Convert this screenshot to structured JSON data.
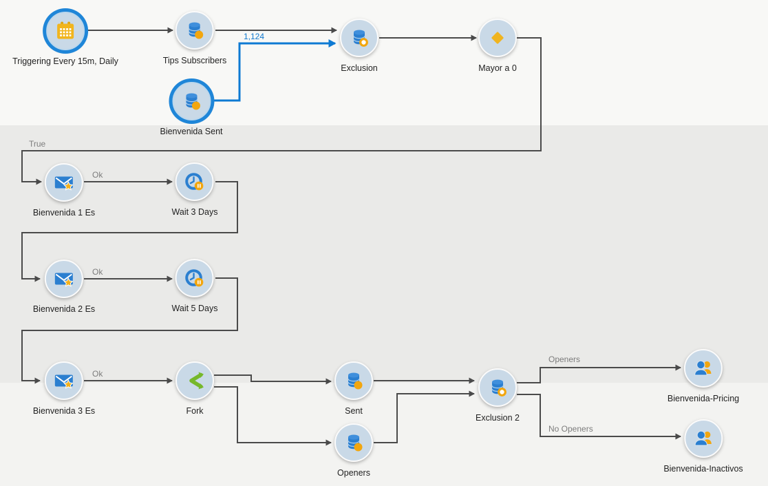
{
  "app": {
    "view": "marketing-automation-workflow-canvas"
  },
  "colors": {
    "selection_ring": "#1f86d8",
    "edge_gray": "#4a4a4a",
    "edge_blue": "#0e7ad3",
    "node_fill": "#c9d9e7",
    "icon_blue": "#2b7fd0",
    "icon_orange": "#f2a60f",
    "icon_gold": "#f0b41f",
    "icon_green": "#76b82a",
    "band_top": "#f8f8f6",
    "band_mid": "#eaeae8",
    "band_bottom": "#f3f3f1"
  },
  "nodes": [
    {
      "id": "trigger",
      "label": "Triggering Every 15m, Daily",
      "icon": "calendar-icon",
      "selected": true
    },
    {
      "id": "tips-subscribers",
      "label": "Tips Subscribers",
      "icon": "database-dot-icon",
      "selected": false
    },
    {
      "id": "exclusion",
      "label": "Exclusion",
      "icon": "database-ring-icon",
      "selected": false
    },
    {
      "id": "mayor-a-0",
      "label": "Mayor a 0",
      "icon": "diamond-icon",
      "selected": false
    },
    {
      "id": "bienvenida-sent",
      "label": "Bienvenida Sent",
      "icon": "database-dot-icon",
      "selected": true
    },
    {
      "id": "bienvenida-1-es",
      "label": "Bienvenida 1 Es",
      "icon": "email-star-icon",
      "selected": false
    },
    {
      "id": "wait-3-days",
      "label": "Wait 3 Days",
      "icon": "clock-pause-icon",
      "selected": false
    },
    {
      "id": "bienvenida-2-es",
      "label": "Bienvenida 2 Es",
      "icon": "email-star-icon",
      "selected": false
    },
    {
      "id": "wait-5-days",
      "label": "Wait 5 Days",
      "icon": "clock-pause-icon",
      "selected": false
    },
    {
      "id": "bienvenida-3-es",
      "label": "Bienvenida 3 Es",
      "icon": "email-star-icon",
      "selected": false
    },
    {
      "id": "fork",
      "label": "Fork",
      "icon": "fork-icon",
      "selected": false
    },
    {
      "id": "sent",
      "label": "Sent",
      "icon": "database-dot-icon",
      "selected": false
    },
    {
      "id": "openers",
      "label": "Openers",
      "icon": "database-dot-icon",
      "selected": false
    },
    {
      "id": "exclusion-2",
      "label": "Exclusion 2",
      "icon": "database-ring-icon",
      "selected": false
    },
    {
      "id": "bienvenida-pricing",
      "label": "Bienvenida-Pricing",
      "icon": "people-icon",
      "selected": false
    },
    {
      "id": "bienvenida-inactivos",
      "label": "Bienvenida-Inactivos",
      "icon": "people-icon",
      "selected": false
    }
  ],
  "edge_labels": [
    {
      "id": "count-1124",
      "text": "1,124"
    },
    {
      "id": "true",
      "text": "True"
    },
    {
      "id": "ok-1",
      "text": "Ok"
    },
    {
      "id": "ok-2",
      "text": "Ok"
    },
    {
      "id": "ok-3",
      "text": "Ok"
    },
    {
      "id": "openers",
      "text": "Openers"
    },
    {
      "id": "no-openers",
      "text": "No Openers"
    }
  ],
  "edges": [
    {
      "from": "trigger",
      "to": "tips-subscribers",
      "label": ""
    },
    {
      "from": "tips-subscribers",
      "to": "exclusion",
      "label": ""
    },
    {
      "from": "bienvenida-sent",
      "to": "exclusion",
      "label": "1,124"
    },
    {
      "from": "exclusion",
      "to": "mayor-a-0",
      "label": ""
    },
    {
      "from": "mayor-a-0",
      "to": "bienvenida-1-es",
      "label": "True"
    },
    {
      "from": "bienvenida-1-es",
      "to": "wait-3-days",
      "label": "Ok"
    },
    {
      "from": "wait-3-days",
      "to": "bienvenida-2-es",
      "label": ""
    },
    {
      "from": "bienvenida-2-es",
      "to": "wait-5-days",
      "label": "Ok"
    },
    {
      "from": "wait-5-days",
      "to": "bienvenida-3-es",
      "label": ""
    },
    {
      "from": "bienvenida-3-es",
      "to": "fork",
      "label": "Ok"
    },
    {
      "from": "fork",
      "to": "sent",
      "label": ""
    },
    {
      "from": "fork",
      "to": "openers",
      "label": ""
    },
    {
      "from": "sent",
      "to": "exclusion-2",
      "label": ""
    },
    {
      "from": "openers",
      "to": "exclusion-2",
      "label": ""
    },
    {
      "from": "exclusion-2",
      "to": "bienvenida-pricing",
      "label": "Openers"
    },
    {
      "from": "exclusion-2",
      "to": "bienvenida-inactivos",
      "label": "No Openers"
    }
  ]
}
